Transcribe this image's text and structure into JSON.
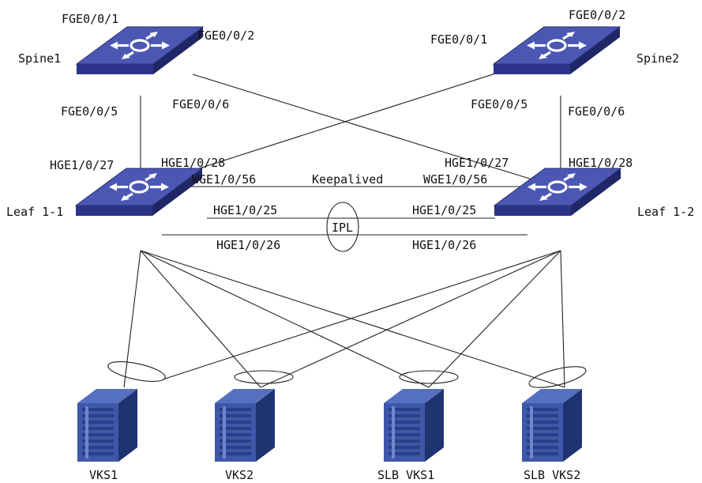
{
  "colors": {
    "switch_top": "#4b57b3",
    "switch_front": "#2b3488",
    "switch_side": "#1f2766",
    "server_front": "#3d58a8",
    "server_side": "#1f3370",
    "server_top": "#5670c0",
    "line": "#222222"
  },
  "nodes": {
    "spine1": {
      "name": "Spine1",
      "icon": "network-switch-icon"
    },
    "spine2": {
      "name": "Spine2",
      "icon": "network-switch-icon"
    },
    "leaf1": {
      "name": "Leaf 1-1",
      "icon": "network-switch-icon"
    },
    "leaf2": {
      "name": "Leaf 1-2",
      "icon": "network-switch-icon"
    },
    "vks1": {
      "name": "VKS1",
      "icon": "server-icon"
    },
    "vks2": {
      "name": "VKS2",
      "icon": "server-icon"
    },
    "slb1": {
      "name": "SLB VKS1",
      "icon": "server-icon"
    },
    "slb2": {
      "name": "SLB VKS2",
      "icon": "server-icon"
    }
  },
  "ports": {
    "spine1_fge1": "FGE0/0/1",
    "spine1_fge2": "FGE0/0/2",
    "spine1_fge5": "FGE0/0/5",
    "spine1_fge6": "FGE0/0/6",
    "spine2_fge2": "FGE0/0/2",
    "spine2_fge1": "FGE0/0/1",
    "spine2_fge5": "FGE0/0/5",
    "spine2_fge6": "FGE0/0/6",
    "leaf1_hge27": "HGE1/0/27",
    "leaf1_hge28": "HGE1/0/28",
    "leaf1_wge56": "WGE1/0/56",
    "leaf1_hge25": "HGE1/0/25",
    "leaf1_hge26": "HGE1/0/26",
    "leaf2_hge27": "HGE1/0/27",
    "leaf2_hge28": "HGE1/0/28",
    "leaf2_wge56": "WGE1/0/56",
    "leaf2_hge25": "HGE1/0/25",
    "leaf2_hge26": "HGE1/0/26"
  },
  "links": {
    "keepalived": "Keepalived",
    "ipl": "IPL"
  }
}
